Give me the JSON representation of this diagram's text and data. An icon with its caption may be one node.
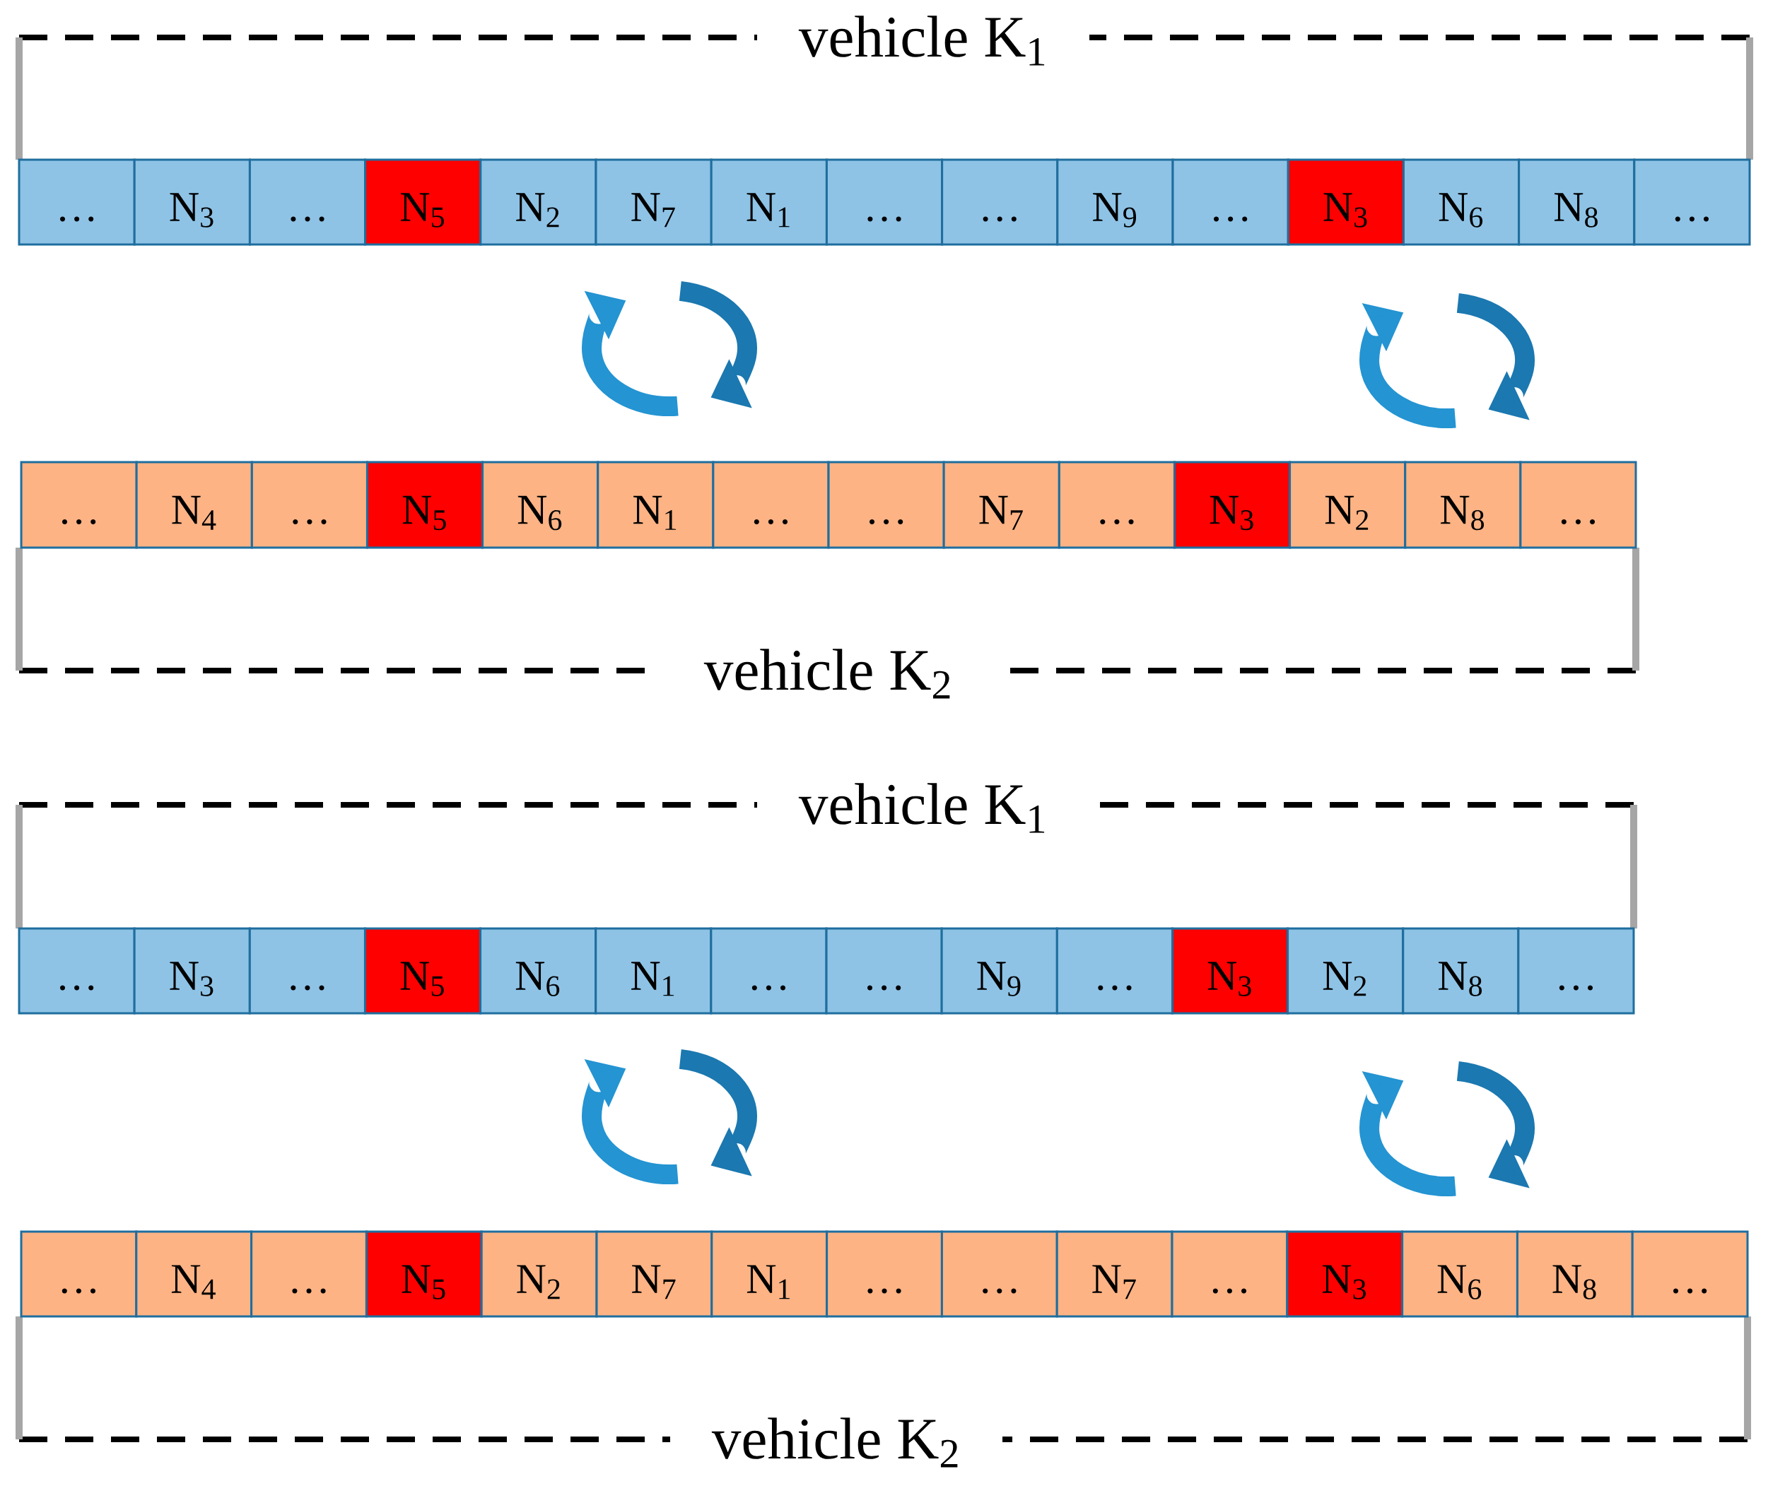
{
  "diagram": {
    "nodes": [
      {
        "text": [
          "…"
        ]
      },
      {
        "text": [
          "N$_{3}$"
        ]
      },
      {
        "text": [
          "…"
        ]
      },
      {
        "text": [
          "N$_{5}$"
        ]
      },
      {
        "text": [
          "N$_{2}$"
        ]
      },
      {
        "text": [
          "N$_{7}$"
        ]
      },
      {
        "text": [
          "N$_{1}$"
        ]
      },
      {
        "text": [
          "…"
        ]
      },
      {
        "text": [
          "…"
        ]
      },
      {
        "text": [
          "N$_{9}$"
        ]
      },
      {
        "text": [
          "…"
        ]
      },
      {
        "text": [
          "N$_{3}$"
        ]
      },
      {
        "text": [
          "N$_{6}$"
        ]
      },
      {
        "text": [
          "N$_{8}$"
        ]
      },
      {
        "text": [
          "…"
        ]
      },
      {
        "text": [
          "…"
        ]
      },
      {
        "text": [
          "N$_{4}$"
        ]
      },
      {
        "text": [
          "…"
        ]
      },
      {
        "text": [
          "N$_{5}$"
        ]
      },
      {
        "text": [
          "N$_{6}$"
        ]
      },
      {
        "text": [
          "N$_{1}$"
        ]
      },
      {
        "text": [
          "…"
        ]
      },
      {
        "text": [
          "…"
        ]
      },
      {
        "text": [
          "N$_{7}$"
        ]
      },
      {
        "text": [
          "…"
        ]
      },
      {
        "text": [
          "N$_{3}$"
        ]
      },
      {
        "text": [
          "N$_{2}$"
        ]
      },
      {
        "text": [
          "N$_{8}$"
        ]
      },
      {
        "text": [
          "…"
        ]
      },
      {
        "text": [
          "…"
        ]
      },
      {
        "text": [
          "N$_{3}$"
        ]
      },
      {
        "text": [
          "…"
        ]
      },
      {
        "text": [
          "N$_{5}$"
        ]
      },
      {
        "text": [
          "N$_{6}$"
        ]
      },
      {
        "text": [
          "N$_{1}$"
        ]
      },
      {
        "text": [
          "…"
        ]
      },
      {
        "text": [
          "…"
        ]
      },
      {
        "text": [
          "N$_{9}$"
        ]
      },
      {
        "text": [
          "…"
        ]
      },
      {
        "text": [
          "N$_{3}$"
        ]
      },
      {
        "text": [
          "N$_{2}$"
        ]
      },
      {
        "text": [
          "N$_{8}$"
        ]
      },
      {
        "text": [
          "…"
        ]
      },
      {
        "text": [
          "…"
        ]
      },
      {
        "text": [
          "N$_{4}$"
        ]
      },
      {
        "text": [
          "…"
        ]
      },
      {
        "text": [
          "N$_{5}$"
        ]
      },
      {
        "text": [
          "N$_{2}$"
        ]
      },
      {
        "text": [
          "N$_{7}$"
        ]
      },
      {
        "text": [
          "N$_{1}$"
        ]
      },
      {
        "text": [
          "…"
        ]
      },
      {
        "text": [
          "…"
        ]
      },
      {
        "text": [
          "N$_{7}$"
        ]
      },
      {
        "text": [
          "…"
        ]
      },
      {
        "text": [
          "N$_{3}$"
        ]
      },
      {
        "text": [
          "N$_{6}$"
        ]
      },
      {
        "text": [
          "N$_{8}$"
        ]
      },
      {
        "text": [
          "…"
        ]
      }
    ],
    "labels": [
      "vehicle K$_{1}$",
      "vehicle K$_{2}$",
      "vehicle K$_{1}$",
      "vehicle K$_{2}$"
    ]
  }
}
